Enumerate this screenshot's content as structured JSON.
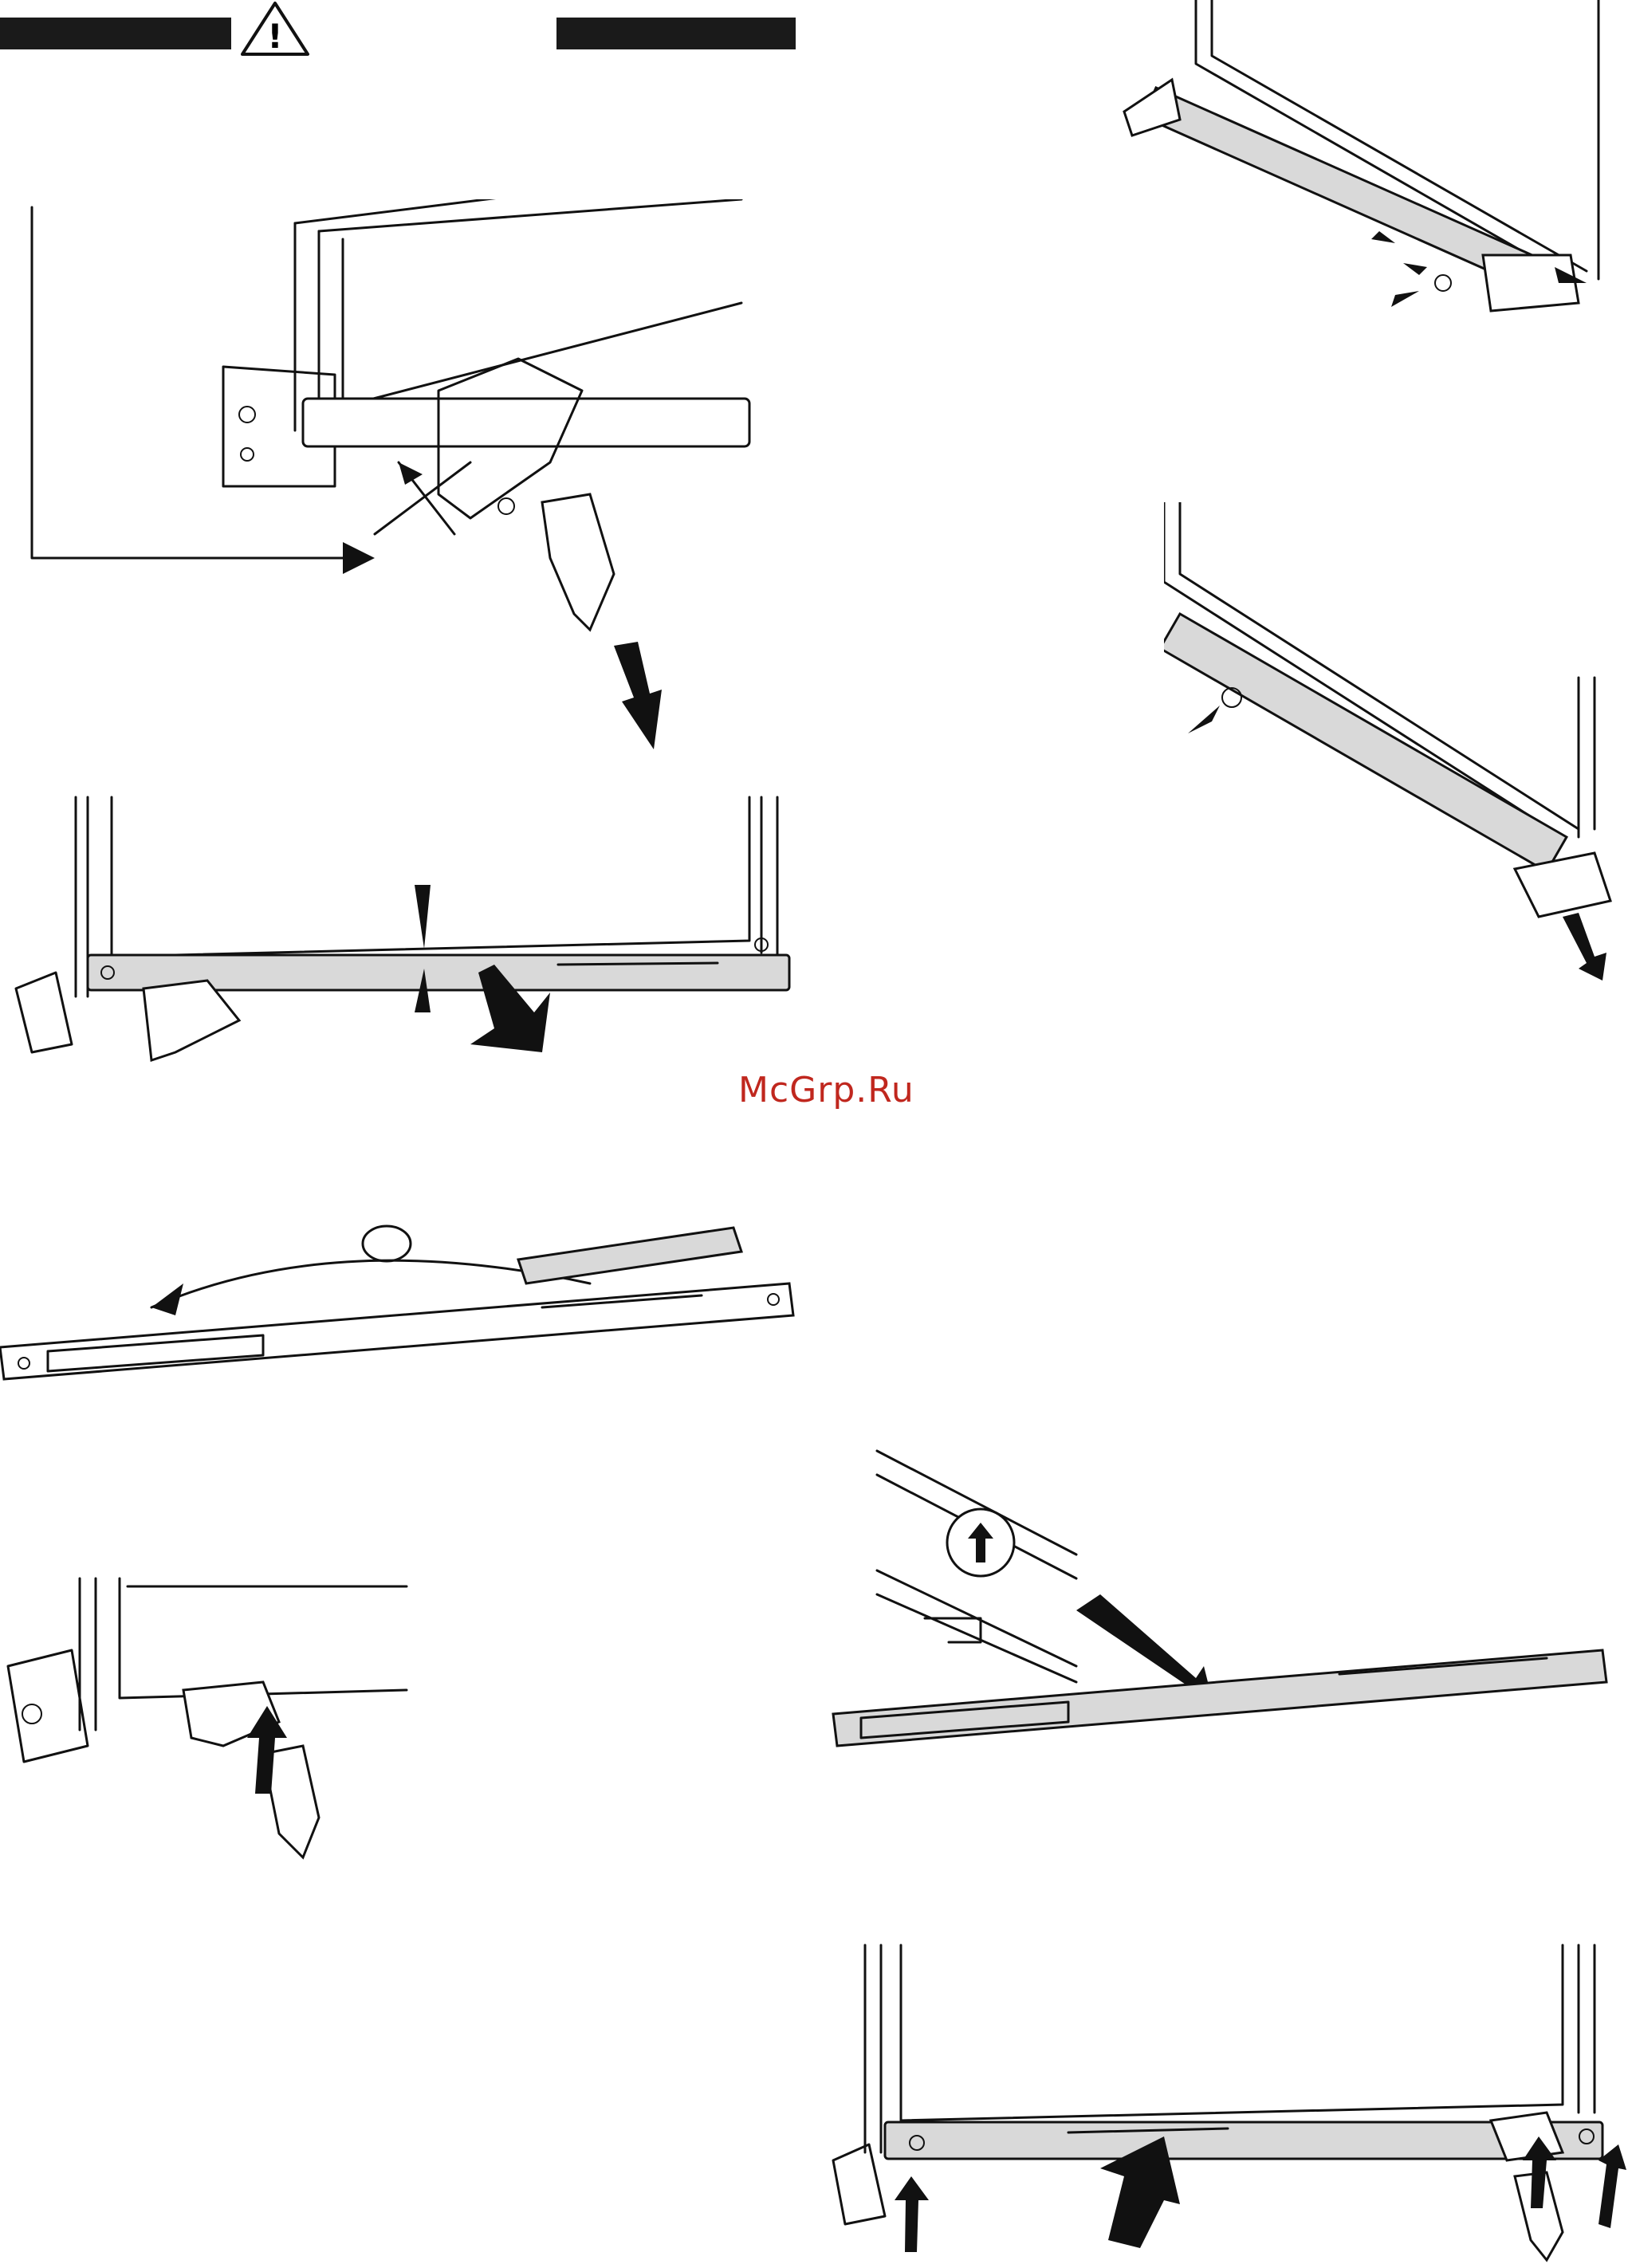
{
  "watermark": {
    "text": "McGrp.Ru"
  },
  "header": {
    "warning_icon": "warning-triangle-icon",
    "warning_symbol": "!"
  },
  "colors": {
    "ink": "#111111",
    "watermark": "#c0271e",
    "part_fill": "#d9d9d9"
  },
  "figures": [
    {
      "id": "fig-hinge-do-not",
      "icon": "crossed-arrow-icon"
    },
    {
      "id": "fig-rail-removal"
    },
    {
      "id": "fig-rail-rotate"
    },
    {
      "id": "fig-hinge-clip"
    },
    {
      "id": "fig-rail-screw-top"
    },
    {
      "id": "fig-rail-screw-side"
    },
    {
      "id": "fig-rail-notch-detail",
      "icon": "up-arrow-circle-icon"
    },
    {
      "id": "fig-rail-install"
    }
  ]
}
